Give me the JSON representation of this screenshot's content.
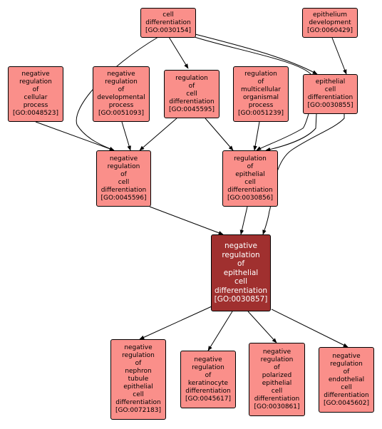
{
  "colors": {
    "node_fill": "#fa8f8a",
    "focus_fill": "#a0302f",
    "focus_text": "#ffffff",
    "edge": "#000000"
  },
  "nodes": {
    "cell_diff": [
      "cell",
      "differentiation",
      "[GO:0030154]"
    ],
    "epi_dev": [
      "epithelium",
      "development",
      "[GO:0060429]"
    ],
    "neg_cellular": [
      "negative",
      "regulation",
      "of",
      "cellular",
      "process",
      "[GO:0048523]"
    ],
    "neg_dev": [
      "negative",
      "regulation",
      "of",
      "developmental",
      "process",
      "[GO:0051093]"
    ],
    "reg_cell_diff": [
      "regulation",
      "of",
      "cell",
      "differentiation",
      "[GO:0045595]"
    ],
    "reg_multi": [
      "regulation",
      "of",
      "multicellular",
      "organismal",
      "process",
      "[GO:0051239]"
    ],
    "epi_cell_diff": [
      "epithelial",
      "cell",
      "differentiation",
      "[GO:0030855]"
    ],
    "neg_cell_diff": [
      "negative",
      "regulation",
      "of",
      "cell",
      "differentiation",
      "[GO:0045596]"
    ],
    "reg_epi_diff": [
      "regulation",
      "of",
      "epithelial",
      "cell",
      "differentiation",
      "[GO:0030856]"
    ],
    "focus": [
      "negative",
      "regulation",
      "of",
      "epithelial",
      "cell",
      "differentiation",
      "[GO:0030857]"
    ],
    "neg_nephron": [
      "negative",
      "regulation",
      "of",
      "nephron",
      "tubule",
      "epithelial",
      "cell",
      "differentiation",
      "[GO:0072183]"
    ],
    "neg_kerat": [
      "negative",
      "regulation",
      "of",
      "keratinocyte",
      "differentiation",
      "[GO:0045617]"
    ],
    "neg_polar": [
      "negative",
      "regulation",
      "of",
      "polarized",
      "epithelial",
      "cell",
      "differentiation",
      "[GO:0030861]"
    ],
    "neg_endo": [
      "negative",
      "regulation",
      "of",
      "endothelial",
      "cell",
      "differentiation",
      "[GO:0045602]"
    ]
  }
}
